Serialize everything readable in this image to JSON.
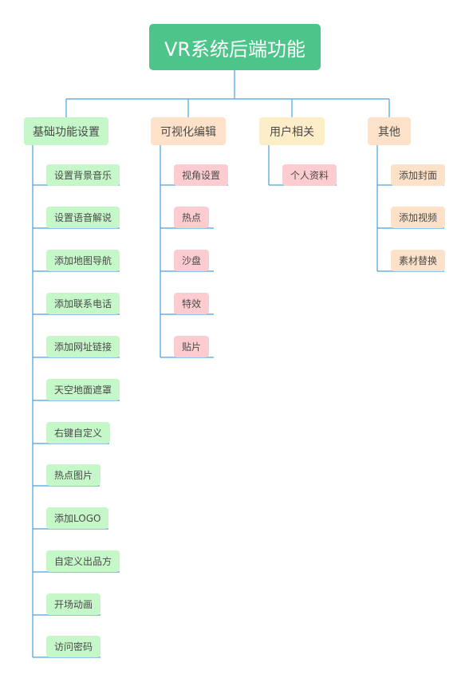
{
  "root": {
    "label": "VR系统后端功能"
  },
  "categories": [
    {
      "label": "基础功能设置",
      "color": "#c5f7c8",
      "items": [
        "设置背景音乐",
        "设置语音解说",
        "添加地图导航",
        "添加联系电话",
        "添加网址链接",
        "天空地面遮罩",
        "右键自定义",
        "热点图片",
        "添加LOGO",
        "自定义出品方",
        "开场动画",
        "访问密码"
      ]
    },
    {
      "label": "可视化编辑",
      "color": "#fde1c9",
      "items": [
        "视角设置",
        "热点",
        "沙盘",
        "特效",
        "贴片"
      ]
    },
    {
      "label": "用户相关",
      "color": "#feeec8",
      "items": [
        "个人资料"
      ]
    },
    {
      "label": "其他",
      "color": "#fde1c9",
      "items": [
        "添加封面",
        "添加视频",
        "素材替换"
      ]
    }
  ]
}
